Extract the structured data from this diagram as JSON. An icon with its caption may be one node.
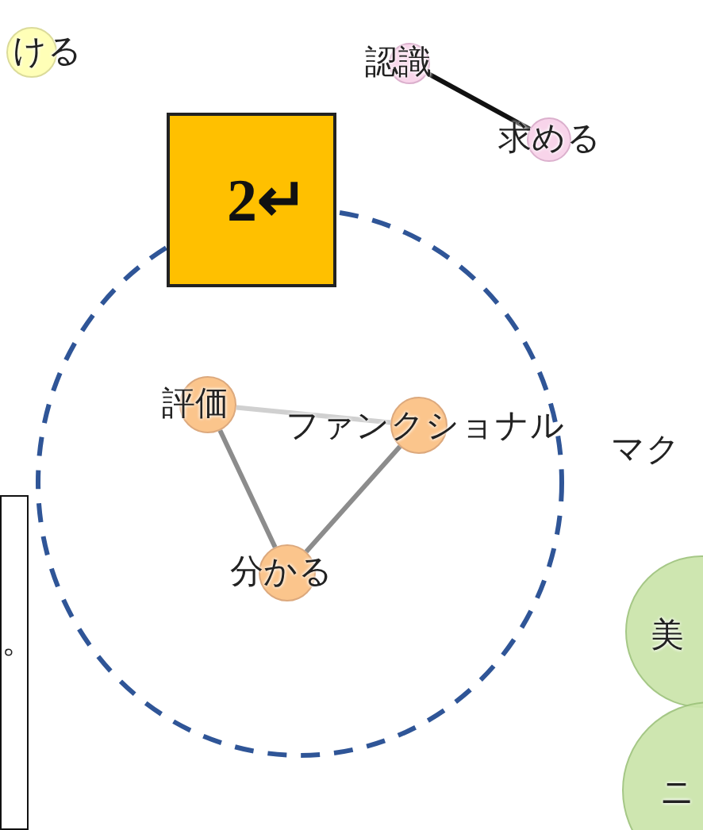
{
  "diagram": {
    "nodes": [
      {
        "text": [
          "ける"
        ]
      },
      {
        "text": [
          "認識"
        ]
      },
      {
        "text": [
          "求める"
        ]
      },
      {
        "text": [
          "2↵"
        ]
      },
      {
        "text": [],
        "shape": "circle"
      },
      {
        "text": [
          "評価"
        ],
        "in": 4
      },
      {
        "text": [
          "ファンクショナル"
        ],
        "in": 4
      },
      {
        "text": [
          "分かる"
        ],
        "in": 4
      },
      {
        "text": [
          "。"
        ]
      },
      {
        "text": [
          "美"
        ]
      },
      {
        "text": [
          "ニ"
        ]
      }
    ],
    "edges": [
      {
        "from": 1,
        "to": 2,
        "arrow": "none",
        "color": "#111111"
      },
      {
        "from": 5,
        "to": 6,
        "arrow": "none",
        "color": "#d0d0d0"
      },
      {
        "from": 5,
        "to": 7,
        "arrow": "none"
      },
      {
        "from": 6,
        "to": 7,
        "arrow": "none"
      }
    ],
    "labels": [
      "マク"
    ]
  }
}
